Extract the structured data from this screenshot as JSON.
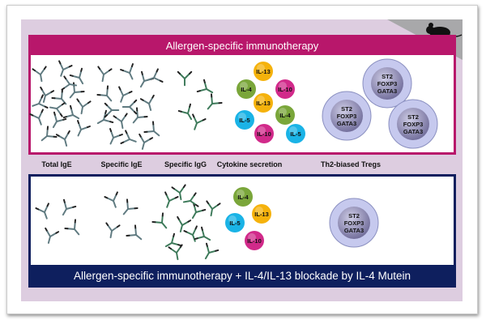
{
  "top_panel": {
    "title": "Allergen-specific immunotherapy"
  },
  "bottom_panel": {
    "title": "Allergen-specific immunotherapy + IL-4/IL-13 blockade by IL-4 Mutein"
  },
  "column_labels": [
    "Total IgE",
    "Specific IgE",
    "Specific IgG",
    "Cytokine secretion",
    "Th2-biased Tregs"
  ],
  "top_cytokines": [
    "IL-13",
    "IL-4",
    "IL-10",
    "IL-13",
    "IL-4",
    "IL-5",
    "IL-10",
    "IL-5"
  ],
  "bottom_cytokines": [
    "IL-4",
    "IL-13",
    "IL-5",
    "IL-10"
  ],
  "treg_markers": [
    "ST2",
    "FOXP3",
    "GATA3"
  ],
  "corner_icon": "mouse-icon",
  "colors": {
    "magenta": "#b8176b",
    "navy": "#0e1f5e",
    "panel": "#ddcde0",
    "IL-4": "#7aa63a",
    "IL-5": "#1ab3e6",
    "IL-10": "#d12a8a",
    "IL-13": "#f5b20c",
    "ige": "#5f7a80",
    "igg": "#3d7a5a"
  }
}
